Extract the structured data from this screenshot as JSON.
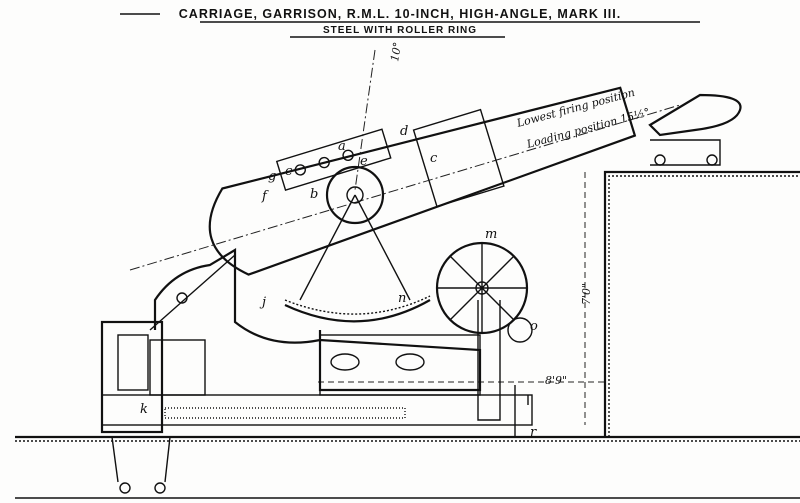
{
  "title": "CARRIAGE, GARRISON, R.M.L. 10-INCH, HIGH-ANGLE, MARK III.",
  "subtitle": "STEEL WITH ROLLER RING",
  "annotations": {
    "lowest_firing": "Lowest firing position",
    "loading": "Loading position 15½°",
    "angle": "10°",
    "height_dim": "7'0\"",
    "width_dim": "8'9\""
  },
  "part_labels": [
    "a",
    "b",
    "c",
    "c",
    "d",
    "e",
    "g",
    "j",
    "k",
    "m",
    "o",
    "r",
    "f",
    "n"
  ]
}
